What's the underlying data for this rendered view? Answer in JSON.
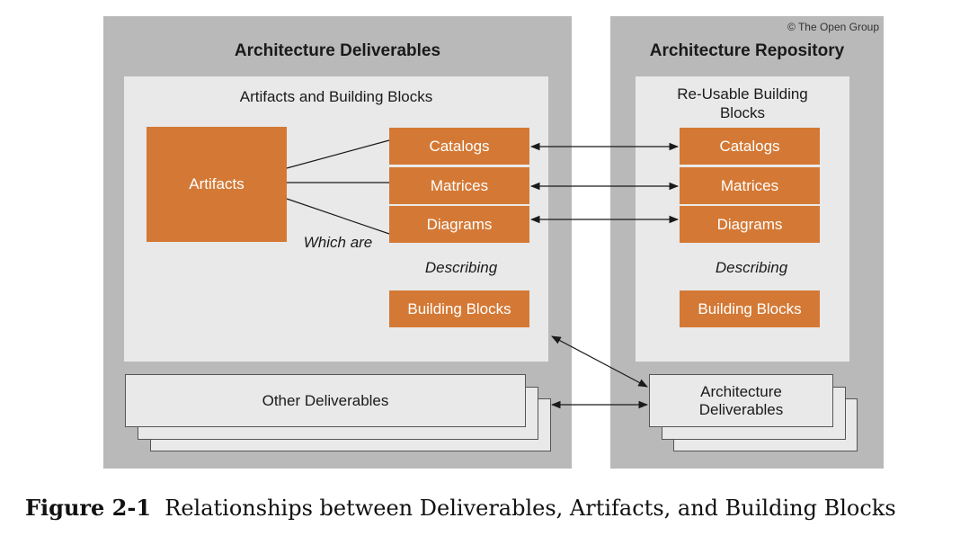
{
  "copyright": "© The Open Group",
  "left_panel": {
    "title": "Architecture Deliverables",
    "inner_title": "Artifacts and Building Blocks",
    "artifacts": "Artifacts",
    "items": [
      "Catalogs",
      "Matrices",
      "Diagrams"
    ],
    "which_are": "Which are",
    "describing": "Describing",
    "building_blocks": "Building Blocks",
    "other_deliverables": "Other Deliverables"
  },
  "right_panel": {
    "title": "Architecture Repository",
    "inner_title": "Re-Usable Building Blocks",
    "items": [
      "Catalogs",
      "Matrices",
      "Diagrams"
    ],
    "describing": "Describing",
    "building_blocks": "Building Blocks",
    "architecture_deliverables": "Architecture Deliverables"
  },
  "caption": {
    "label": "Figure 2-1",
    "text": "Relationships between Deliverables, Artifacts, and Building Blocks"
  },
  "colors": {
    "panel": "#b9b9b9",
    "inner": "#e9e9e9",
    "orange": "#d47935"
  }
}
